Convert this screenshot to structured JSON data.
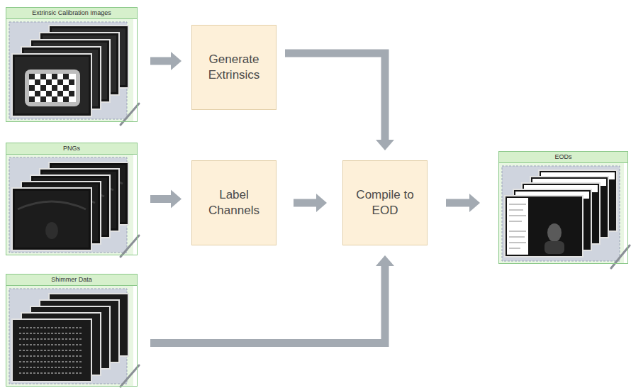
{
  "diagram": {
    "nodes": [
      {
        "text": [
          "Extrinsic Calibration Images"
        ]
      },
      {
        "text": [
          "Generate Extrinsics"
        ]
      },
      {
        "text": [
          "PNGs"
        ]
      },
      {
        "text": [
          "Label Channels"
        ]
      },
      {
        "text": [
          "Compile to EOD"
        ]
      },
      {
        "text": [
          "EODs"
        ]
      },
      {
        "text": [
          "Shimmer Data"
        ]
      }
    ],
    "edges": [
      {
        "from": 0,
        "to": 1,
        "arrow": "to"
      },
      {
        "from": 1,
        "to": 4,
        "arrow": "to"
      },
      {
        "from": 2,
        "to": 3,
        "arrow": "to"
      },
      {
        "from": 3,
        "to": 4,
        "arrow": "to"
      },
      {
        "from": 6,
        "to": 4,
        "arrow": "to"
      },
      {
        "from": 4,
        "to": 5,
        "arrow": "to"
      }
    ]
  }
}
